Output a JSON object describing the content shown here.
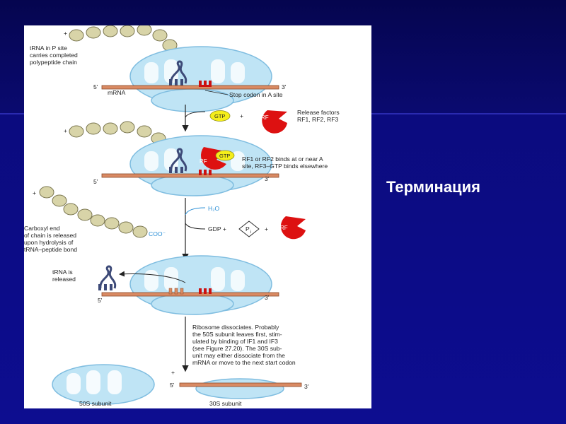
{
  "slide": {
    "title": "Терминация",
    "background_color": "#0c0c8a",
    "title_color": "#ffffff"
  },
  "figure": {
    "colors": {
      "ribosome": "#bfe4f5",
      "ribosome_outline": "#7fbde0",
      "mrna": "#d98a63",
      "mrna_edge": "#8a4a2a",
      "codon": "#cc1111",
      "release_factor": "#dd1111",
      "gtp": "#f5ee1a",
      "amino_acid": "#d8d4a8",
      "amino_acid_outline": "#7a7650",
      "trna": "#3d4a78",
      "water_carboxyl": "#2b8fd6"
    },
    "step1": {
      "plus": "+",
      "trna_label": [
        "tRNA in P site",
        "carries completed",
        "polypeptide chain"
      ],
      "five_prime": "5'",
      "three_prime": "3'",
      "mrna_label": "mRNA",
      "stop_codon_label": "Stop codon in A site"
    },
    "step2": {
      "gtp_label": "GTP",
      "plus": "+",
      "rf_label": "RF",
      "release_factors_label": [
        "Release factors",
        "RF1, RF2, RF3"
      ],
      "chain_plus": "+",
      "rf_on_ribosome": "RF",
      "gtp_on_ribosome": "GTP",
      "binding_label": [
        "RF1 or RF2 binds at or near A",
        "site, RF3–GTP binds elsewhere"
      ],
      "five_prime": "5'",
      "three_prime": "3'"
    },
    "step3": {
      "plus": "+",
      "water": "H₂O",
      "gdp_label": "GDP +",
      "pi_label": "P",
      "pi_sub": "i",
      "plus_rf": "+",
      "rf_label": "RF",
      "carboxyl_label": [
        "Carboxyl end",
        "of chain is released",
        "upon hydrolysis of",
        "tRNA–peptide bond"
      ],
      "coo_label": "COO⁻"
    },
    "step4": {
      "trna_released_label": [
        "tRNA is",
        "released"
      ],
      "five_prime": "5'",
      "three_prime": "3'"
    },
    "step5": {
      "dissociation_label": [
        "Ribosome dissociates. Probably",
        "the 50S subunit leaves first, stim-",
        "ulated by binding of IF1 and IF3",
        "(see Figure 27.20). The 30S sub-",
        "unit may either dissociate from the",
        "mRNA or move to the next start codon"
      ],
      "plus": "+",
      "five_prime": "5'",
      "three_prime": "3'",
      "subunit_50s": "50S subunit",
      "subunit_30s": "30S subunit"
    }
  }
}
